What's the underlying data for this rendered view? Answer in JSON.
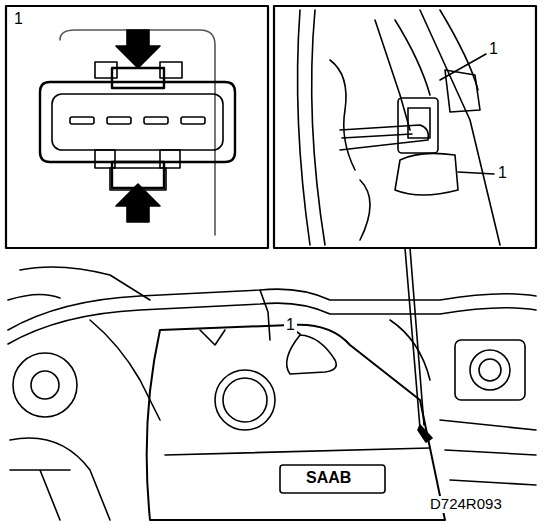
{
  "diagram": {
    "labels": [
      "1",
      "1",
      "1",
      "1",
      "SAAB",
      "D724R093"
    ]
  }
}
